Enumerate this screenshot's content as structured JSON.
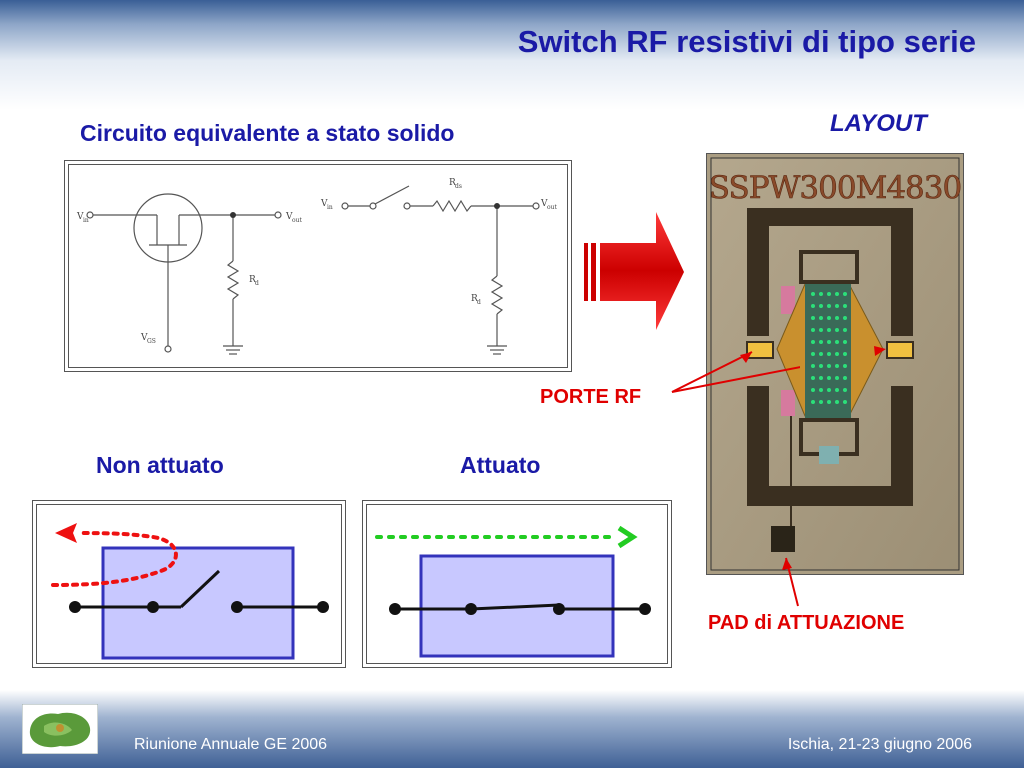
{
  "slide": {
    "title": "Switch RF resistivi di tipo serie",
    "section_title": "Circuito equivalente a stato solido",
    "layout_label": "LAYOUT",
    "state_off_label": "Non attuato",
    "state_on_label": "Attuato",
    "rf_ports_label": "PORTE RF",
    "actuation_pad_label": "PAD di ATTUAZIONE"
  },
  "schematic": {
    "vin": "V",
    "vin_sub": "in",
    "vout": "V",
    "vout_sub": "out",
    "vgs": "V",
    "vgs_sub": "GS",
    "rd": "R",
    "rd_sub": "d",
    "rds": "R",
    "rds_sub": "ds"
  },
  "chip": {
    "label": "SSPW300M4830"
  },
  "footer": {
    "left": "Riunione Annuale GE 2006",
    "right": "Ischia, 21-23 giugno 2006"
  },
  "colors": {
    "title": "#1a1aa6",
    "accent_red": "#e00000",
    "switch_box": "#c8c8ff",
    "switch_border": "#3333bb",
    "signal_on": "#22cc22",
    "signal_off": "#ee1111"
  }
}
